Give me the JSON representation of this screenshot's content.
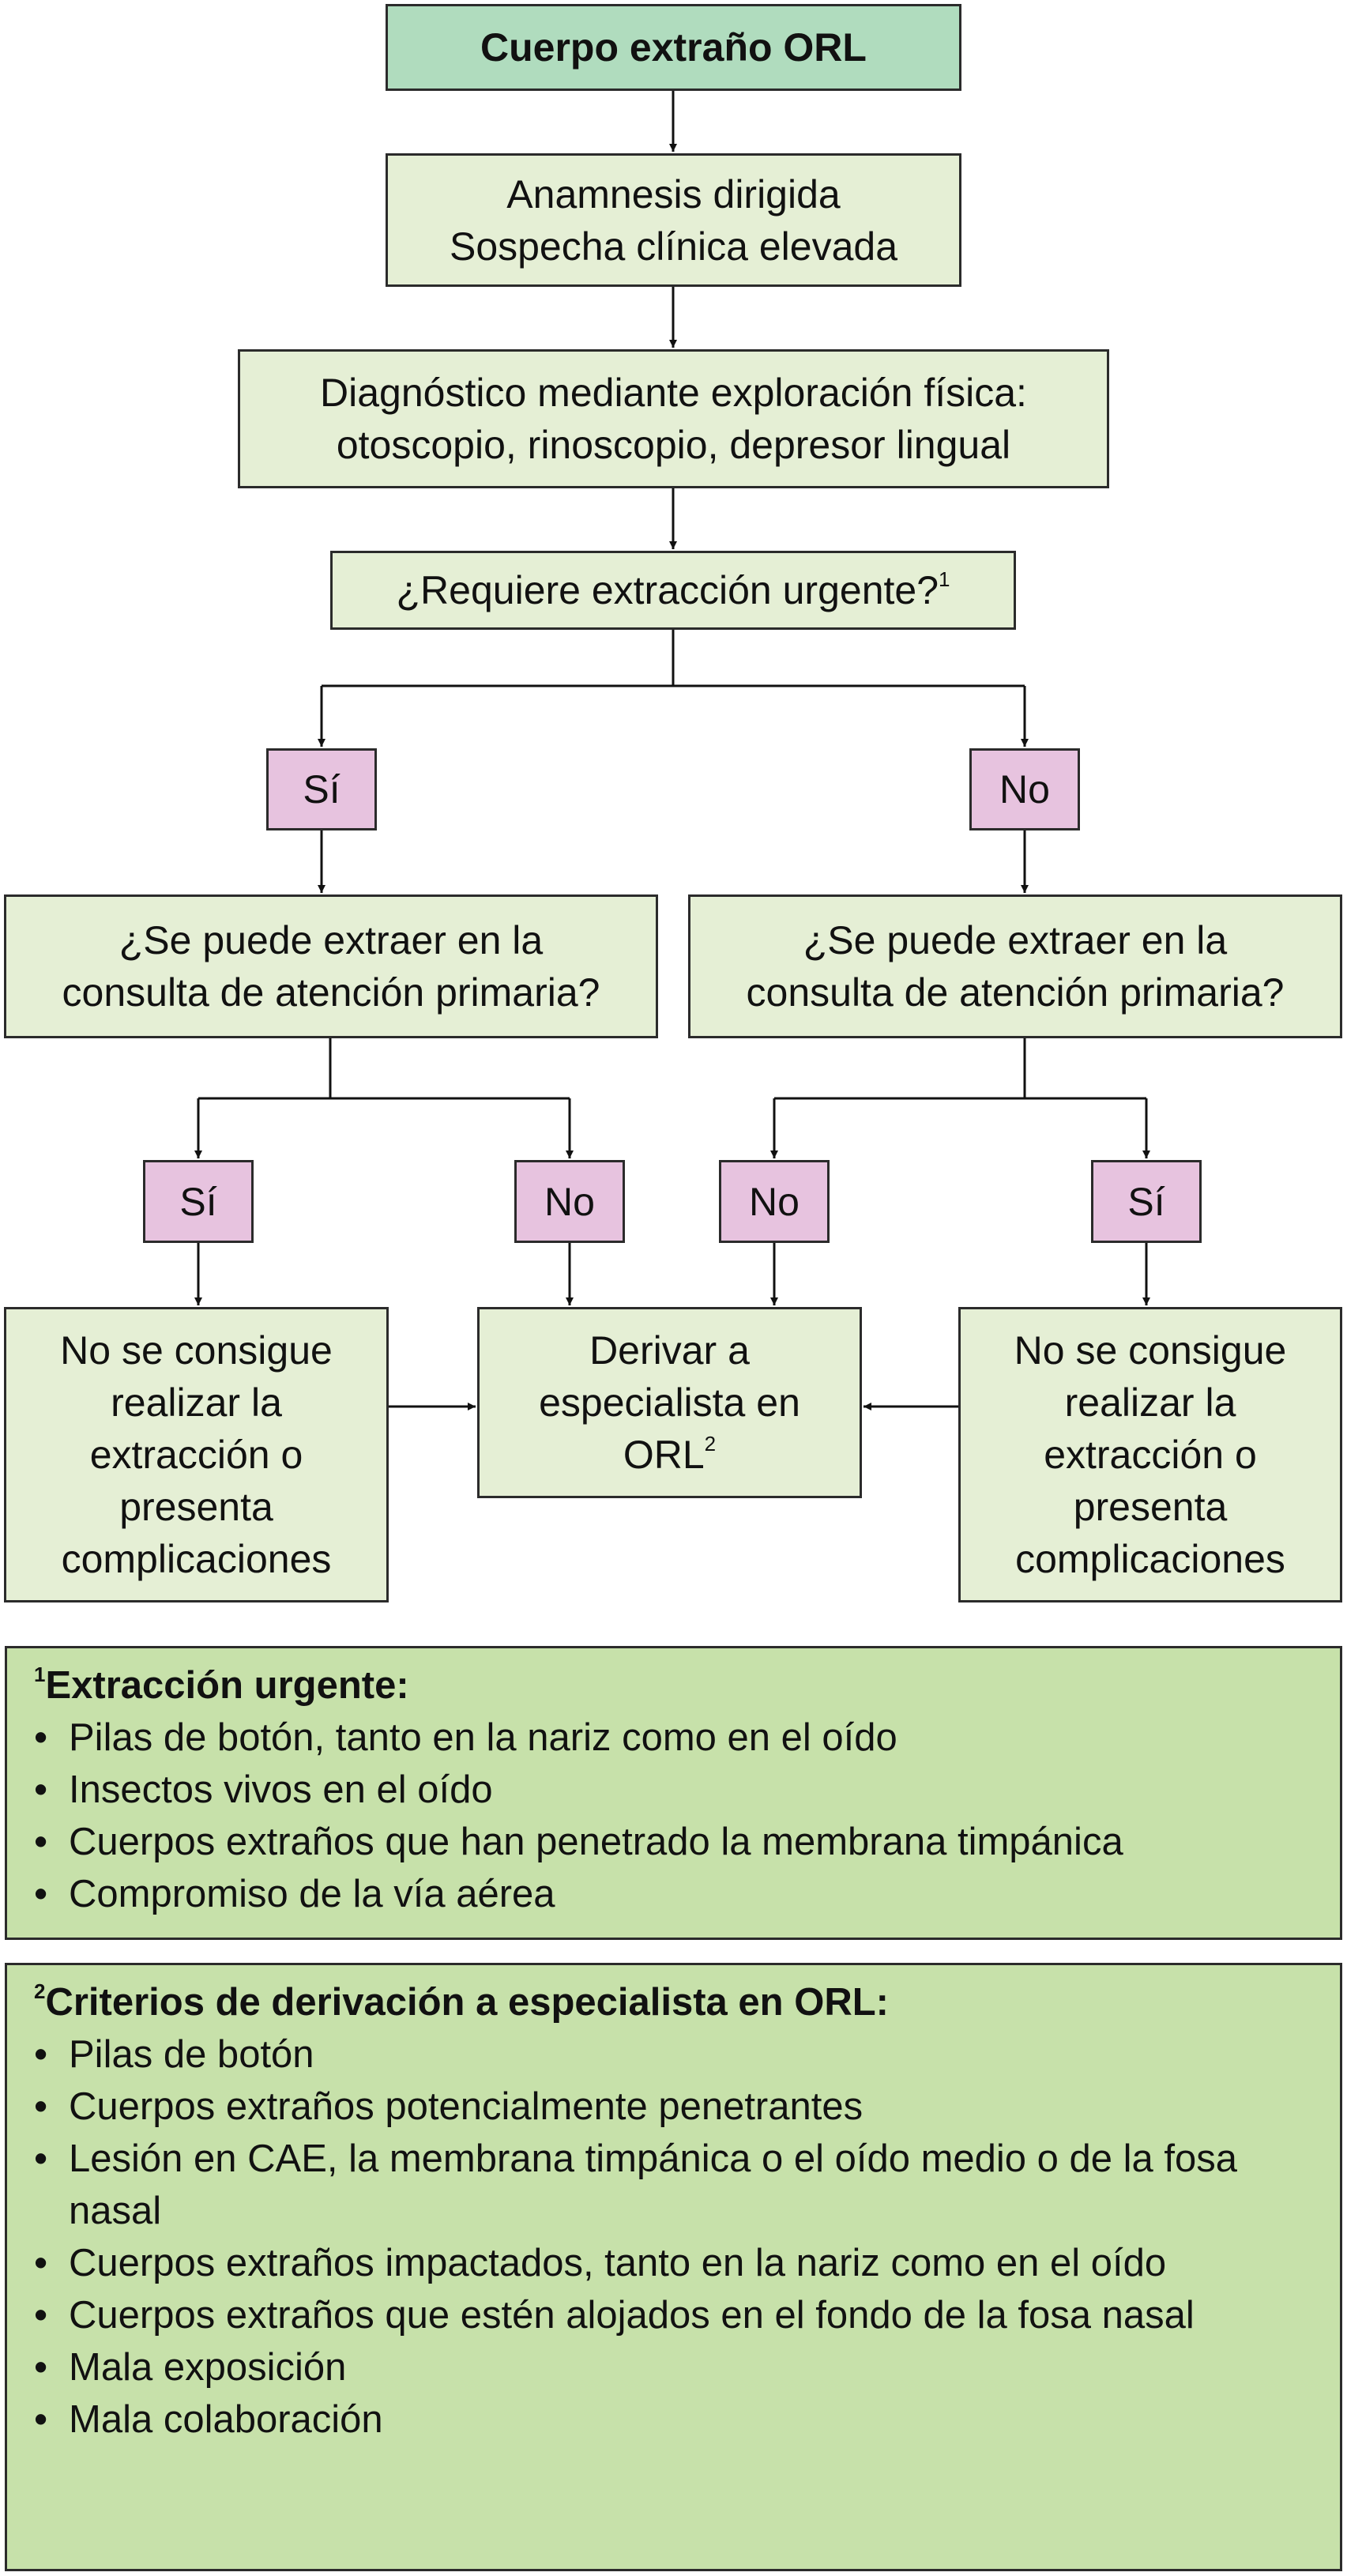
{
  "flow": {
    "title": "Cuerpo extraño ORL",
    "anamnesis": [
      "Anamnesis dirigida",
      "Sospecha clínica elevada"
    ],
    "diagnosis": [
      "Diagnóstico mediante exploración física:",
      "otoscopio, rinoscopio, depresor lingual"
    ],
    "question_urgent": "¿Requiere extracción urgente?",
    "question_urgent_ref": "1",
    "urgent_yes": "Sí",
    "urgent_no": "No",
    "left_question": [
      "¿Se puede extraer en la",
      "consulta de atención primaria?"
    ],
    "right_question": [
      "¿Se puede extraer en la",
      "consulta de atención primaria?"
    ],
    "left_yes": "Sí",
    "left_no": "No",
    "right_no": "No",
    "right_yes": "Sí",
    "left_outcome": [
      "No se consigue",
      "realizar la",
      "extracción o",
      "presenta",
      "complicaciones"
    ],
    "refer": [
      "Derivar a",
      "especialista en",
      "ORL"
    ],
    "refer_ref": "2",
    "right_outcome": [
      "No se consigue",
      "realizar la",
      "extracción o",
      "presenta",
      "complicaciones"
    ]
  },
  "notes": {
    "urgent": {
      "ref": "1",
      "heading": "Extracción urgente:",
      "items": [
        "Pilas de botón, tanto en la nariz como en el oído",
        "Insectos vivos en el oído",
        "Cuerpos extraños que han penetrado la membrana timpánica",
        "Compromiso de la vía aérea"
      ]
    },
    "referral": {
      "ref": "2",
      "heading": "Criterios de derivación a especialista en ORL:",
      "items": [
        "Pilas de botón",
        "Cuerpos extraños potencialmente penetrantes",
        "Lesión en CAE, la membrana timpánica o el oído medio o de la fosa nasal",
        "Cuerpos extraños impactados, tanto en la nariz como en el oído",
        "Cuerpos extraños que estén alojados en el fondo de la fosa nasal",
        "Mala exposición",
        "Mala colaboración"
      ]
    }
  },
  "colors": {
    "title_fill": "#b0dcbe",
    "box_fill": "#e5efd5",
    "decision_fill": "#e7c3df",
    "note_fill": "#c7e1aa",
    "stroke": "#2b2b2b"
  }
}
